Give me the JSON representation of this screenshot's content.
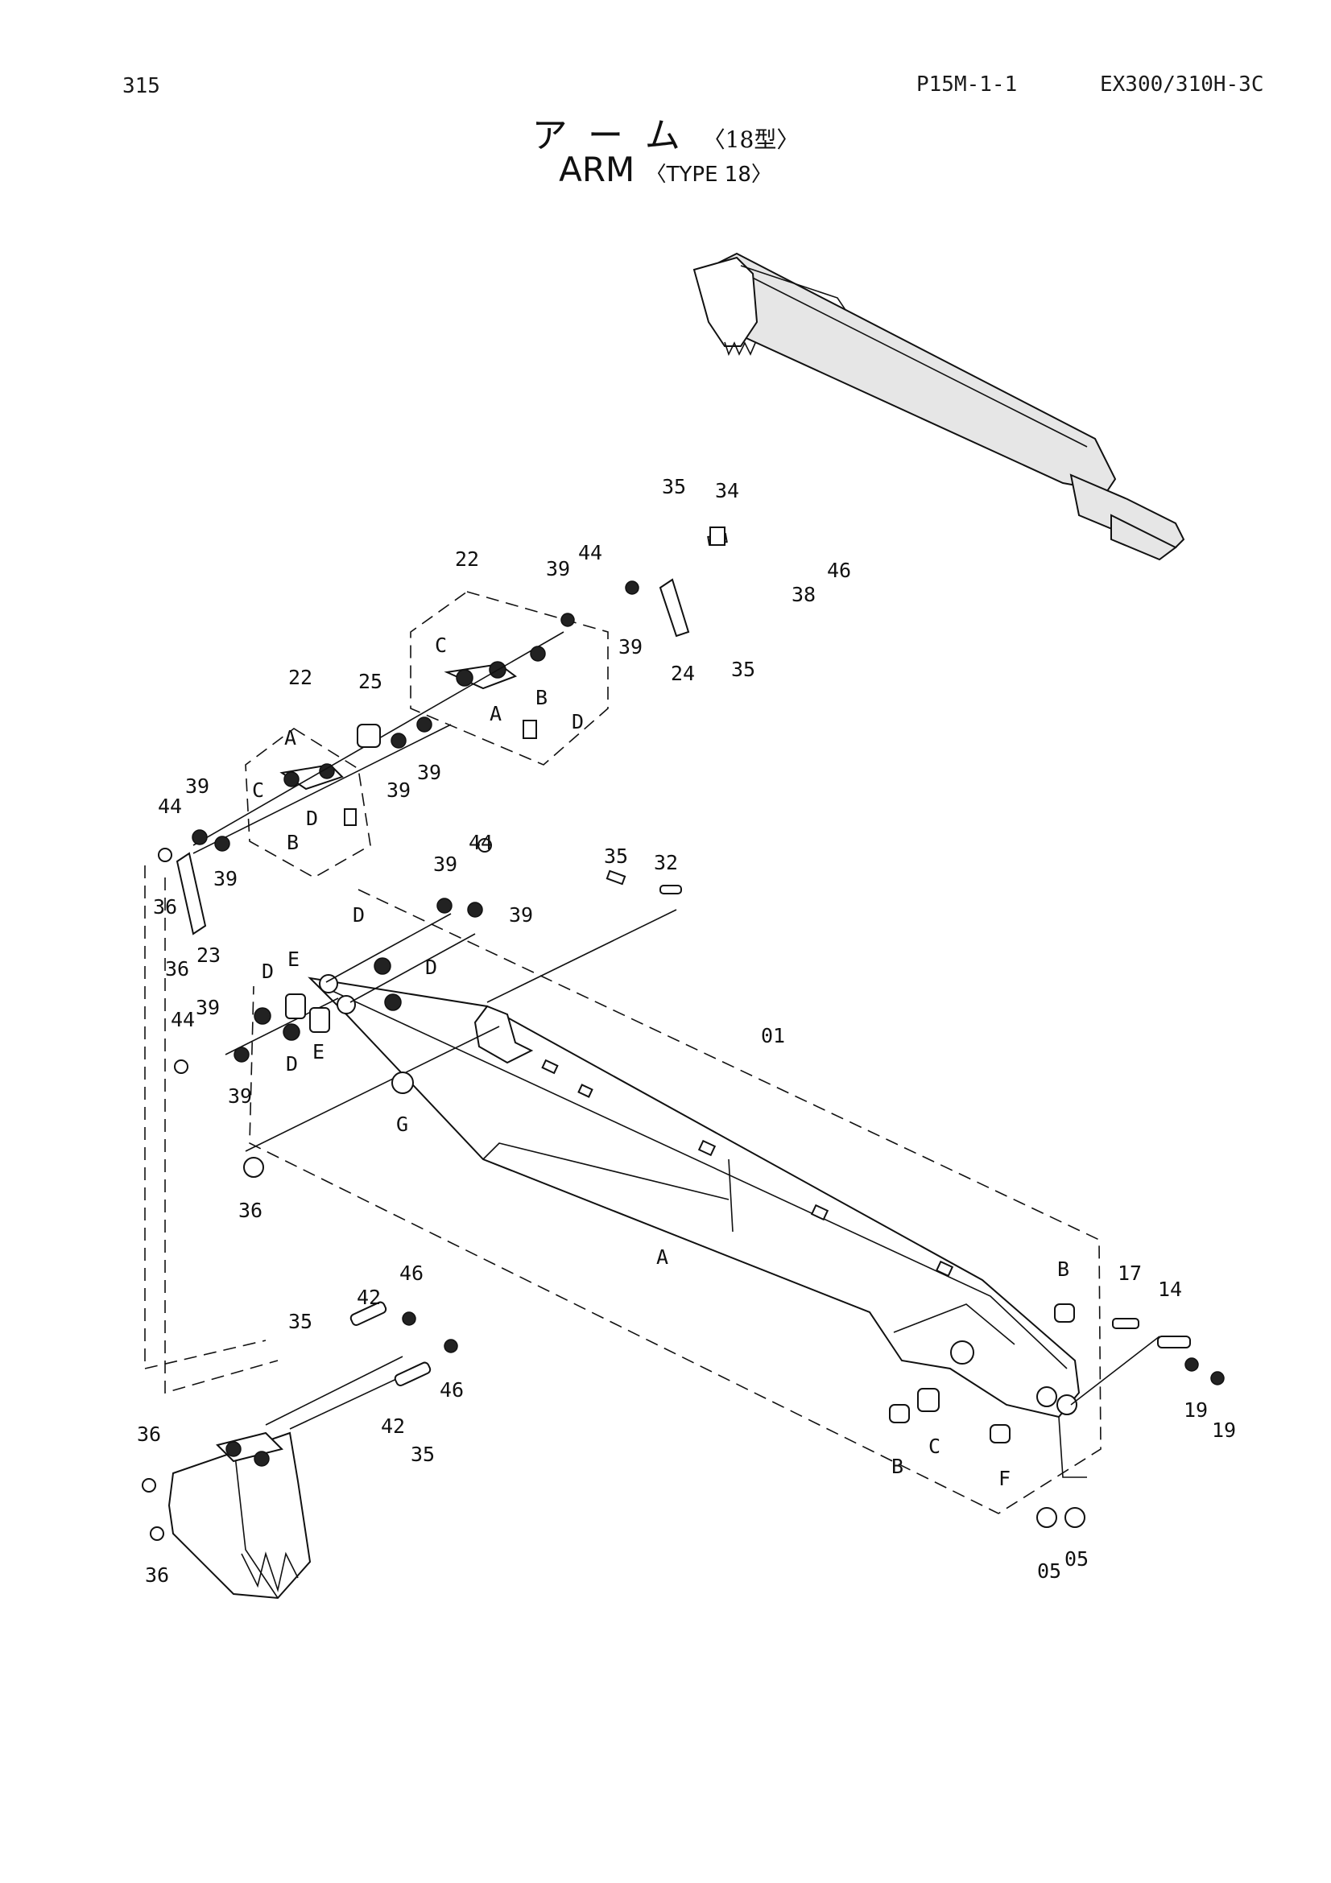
{
  "header": {
    "page_number": "315",
    "page_code": "P15M-1-1",
    "model": "EX300/310H-3C"
  },
  "title": {
    "jp": "アーム",
    "jp_type": "〈18型〉",
    "en": "ARM",
    "en_type": "〈TYPE 18〉"
  },
  "callouts": {
    "arm": "01",
    "shim_left": "05",
    "shim_right": "05",
    "pin_14": "14",
    "pin_17": "17",
    "nut_left": "19",
    "nut_right": "19",
    "link_upper_group": "22",
    "link_lower_group": "22",
    "link_23": "23",
    "link_24": "24",
    "bushing_25": "25",
    "pin_32": "32",
    "pin_34": "34",
    "cotter_top": "35",
    "cotter_mid": "35",
    "cotter_arm": "35",
    "cotter_bucket": "35",
    "cotter_bucket_lower": "35",
    "pin_38": "38",
    "cap_36_a": "36",
    "cap_36_b": "36",
    "cap_36_c": "36",
    "cap_36_d": "36",
    "cap_36_e": "36",
    "seal_39_a": "39",
    "seal_39_b": "39",
    "seal_39_c": "39",
    "seal_39_d": "39",
    "seal_39_e": "39",
    "seal_39_f": "39",
    "seal_39_g": "39",
    "seal_39_h": "39",
    "seal_39_i": "39",
    "seal_39_j": "39",
    "pin_42_a": "42",
    "pin_42_b": "42",
    "oring_44_a": "44",
    "oring_44_b": "44",
    "oring_44_c": "44",
    "oring_44_d": "44",
    "fitting_46_a": "46",
    "fitting_46_b": "46",
    "fitting_46_c": "46"
  },
  "letters": {
    "A1": "A",
    "A2": "A",
    "A3": "A",
    "B1": "B",
    "B2": "B",
    "B3": "B",
    "B4": "B",
    "C1": "C",
    "C2": "C",
    "C3": "C",
    "D1": "D",
    "D2": "D",
    "D3": "D",
    "D4": "D",
    "D5": "D",
    "D6": "D",
    "E1": "E",
    "E2": "E",
    "F1": "F",
    "G1": "G"
  }
}
